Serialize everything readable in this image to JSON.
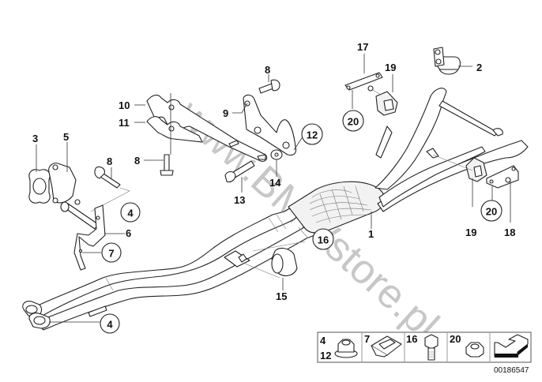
{
  "diagram": {
    "watermark": "www.BMWstore.pl",
    "document_number": "00186547",
    "callouts": [
      {
        "id": "c1",
        "label": "1",
        "circled": false
      },
      {
        "id": "c2",
        "label": "2",
        "circled": false
      },
      {
        "id": "c3",
        "label": "3",
        "circled": false
      },
      {
        "id": "c4a",
        "label": "4",
        "circled": true
      },
      {
        "id": "c4b",
        "label": "4",
        "circled": true
      },
      {
        "id": "c5",
        "label": "5",
        "circled": false
      },
      {
        "id": "c6",
        "label": "6",
        "circled": false
      },
      {
        "id": "c7",
        "label": "7",
        "circled": true
      },
      {
        "id": "c8a",
        "label": "8",
        "circled": false
      },
      {
        "id": "c8b",
        "label": "8",
        "circled": false
      },
      {
        "id": "c8c",
        "label": "8",
        "circled": false
      },
      {
        "id": "c9",
        "label": "9",
        "circled": false
      },
      {
        "id": "c10",
        "label": "10",
        "circled": false
      },
      {
        "id": "c11",
        "label": "11",
        "circled": false
      },
      {
        "id": "c12",
        "label": "12",
        "circled": true
      },
      {
        "id": "c13",
        "label": "13",
        "circled": false
      },
      {
        "id": "c14",
        "label": "14",
        "circled": false
      },
      {
        "id": "c15",
        "label": "15",
        "circled": false
      },
      {
        "id": "c16",
        "label": "16",
        "circled": true
      },
      {
        "id": "c17",
        "label": "17",
        "circled": false
      },
      {
        "id": "c18",
        "label": "18",
        "circled": false
      },
      {
        "id": "c19a",
        "label": "19",
        "circled": false
      },
      {
        "id": "c19b",
        "label": "19",
        "circled": false
      },
      {
        "id": "c20a",
        "label": "20",
        "circled": true
      },
      {
        "id": "c20b",
        "label": "20",
        "circled": true
      }
    ],
    "legend": {
      "cells": [
        {
          "labels": [
            "4",
            "12"
          ],
          "icon": "flange-nut-icon"
        },
        {
          "labels": [
            "7"
          ],
          "icon": "clip-nut-icon"
        },
        {
          "labels": [
            "16"
          ],
          "icon": "hex-bolt-icon"
        },
        {
          "labels": [
            "20"
          ],
          "icon": "hex-nut-icon"
        },
        {
          "labels": [],
          "icon": "direction-arrow-icon"
        }
      ]
    }
  }
}
